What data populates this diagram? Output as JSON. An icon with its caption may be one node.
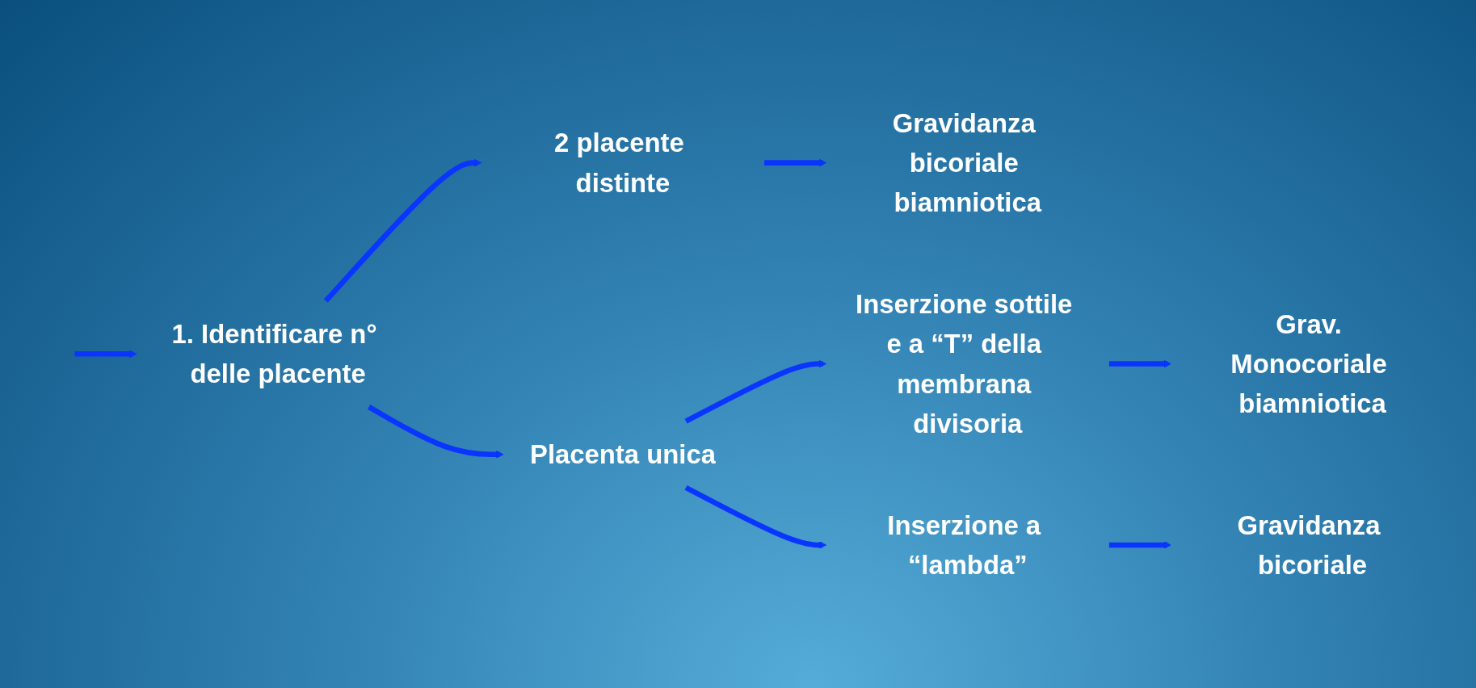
{
  "diagram": {
    "nodes": [
      {
        "text": [
          "1. Identificare n° delle placente"
        ]
      },
      {
        "text": [
          "2 placente distinte"
        ]
      },
      {
        "text": [
          "Gravidanza bicoriale biamniotica"
        ]
      },
      {
        "text": [
          "Placenta unica"
        ]
      },
      {
        "text": [
          "Inserzione sottile e a “T” della membrana divisoria"
        ]
      },
      {
        "text": [
          "Grav. Monocoriale biamniotica"
        ]
      },
      {
        "text": [
          "Inserzione a “lambda”"
        ]
      },
      {
        "text": [
          "Gravidanza bicoriale"
        ]
      }
    ],
    "edges": [
      {
        "from": null,
        "to": 0,
        "arrow": "to"
      },
      {
        "from": 0,
        "to": 1,
        "arrow": "to"
      },
      {
        "from": 1,
        "to": 2,
        "arrow": "to"
      },
      {
        "from": 0,
        "to": 3,
        "arrow": "to"
      },
      {
        "from": 3,
        "to": 4,
        "arrow": "to"
      },
      {
        "from": 4,
        "to": 5,
        "arrow": "to"
      },
      {
        "from": 3,
        "to": 6,
        "arrow": "to"
      },
      {
        "from": 6,
        "to": 7,
        "arrow": "to"
      }
    ]
  }
}
